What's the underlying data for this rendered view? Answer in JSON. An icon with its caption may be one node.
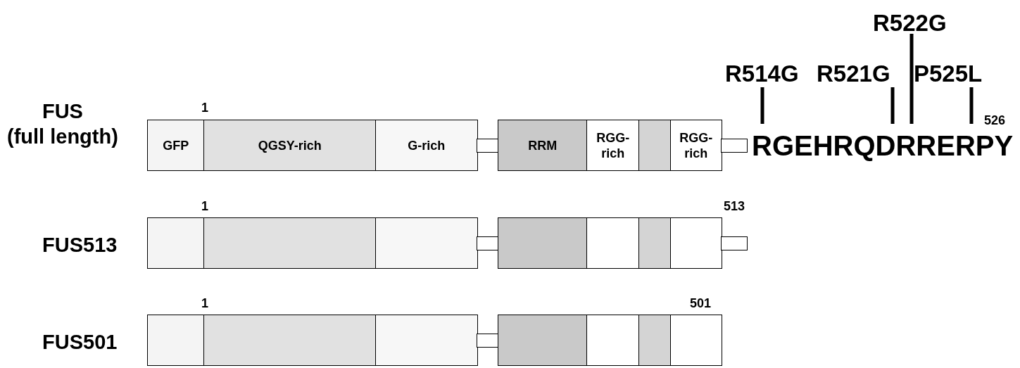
{
  "diagram": {
    "nodes": [
      {
        "text": [
          "GFP"
        ]
      },
      {
        "text": [
          "QGSY-rich"
        ]
      },
      {
        "text": [
          "G-rich"
        ]
      },
      {
        "text": [],
        "shape": "box"
      },
      {
        "text": [
          "RRM"
        ]
      },
      {
        "text": [
          "RGG-rich"
        ]
      },
      {
        "text": [],
        "shape": "box"
      },
      {
        "text": [
          "RGG-rich"
        ]
      },
      {
        "text": [],
        "shape": "box"
      },
      {
        "text": [],
        "shape": "box"
      },
      {
        "text": [],
        "shape": "box"
      },
      {
        "text": [],
        "shape": "box"
      },
      {
        "text": [],
        "shape": "box"
      },
      {
        "text": [],
        "shape": "box"
      },
      {
        "text": [],
        "shape": "box"
      },
      {
        "text": [],
        "shape": "box"
      },
      {
        "text": [],
        "shape": "box"
      },
      {
        "text": [],
        "shape": "box"
      },
      {
        "text": [],
        "shape": "box"
      },
      {
        "text": [],
        "shape": "box"
      },
      {
        "text": [],
        "shape": "box"
      },
      {
        "text": [],
        "shape": "box"
      },
      {
        "text": [],
        "shape": "box"
      },
      {
        "text": [],
        "shape": "box"
      },
      {
        "text": [],
        "shape": "box"
      },
      {
        "text": [],
        "shape": "box"
      }
    ],
    "labels": [
      "R522G",
      "R514G",
      "R521G",
      "P525L",
      "1",
      "526",
      "FUS (full length)",
      "RGEHRQDRRERPY",
      "1",
      "513",
      "FUS513",
      "1",
      "501",
      "FUS501"
    ]
  }
}
